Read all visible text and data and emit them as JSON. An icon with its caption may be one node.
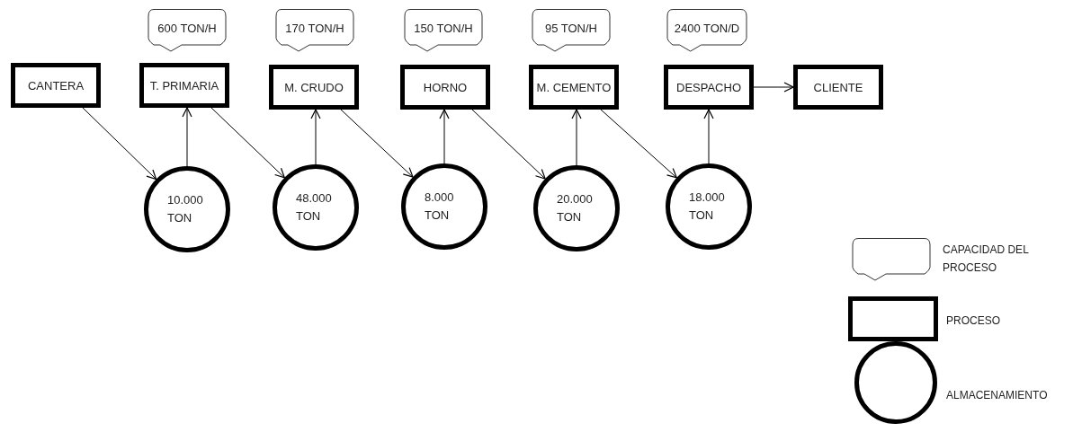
{
  "diagram": {
    "nodes": [
      {
        "text": [
          "600 TON/H"
        ]
      },
      {
        "text": [
          "170 TON/H"
        ]
      },
      {
        "text": [
          "150 TON/H"
        ]
      },
      {
        "text": [
          "95 TON/H"
        ]
      },
      {
        "text": [
          "2400 TON/D"
        ]
      },
      {
        "text": [
          "CANTERA"
        ]
      },
      {
        "text": [
          "T. PRIMARIA"
        ]
      },
      {
        "text": [
          "M. CRUDO"
        ]
      },
      {
        "text": [
          "HORNO"
        ]
      },
      {
        "text": [
          "M. CEMENTO"
        ]
      },
      {
        "text": [
          "DESPACHO"
        ]
      },
      {
        "text": [
          "CLIENTE"
        ]
      },
      {
        "text": [
          "10.000 TON"
        ]
      },
      {
        "text": [
          "48.000 TON"
        ]
      },
      {
        "text": [
          "8.000 TON"
        ]
      },
      {
        "text": [
          "20.000 TON"
        ]
      },
      {
        "text": [
          "18.000 TON"
        ]
      }
    ],
    "edges": [
      {
        "from": 5,
        "to": 12,
        "arrow": "to"
      },
      {
        "from": 12,
        "to": 6,
        "arrow": "to"
      },
      {
        "from": 6,
        "to": 13,
        "arrow": "to"
      },
      {
        "from": 13,
        "to": 7,
        "arrow": "to"
      },
      {
        "from": 7,
        "to": 14,
        "arrow": "to"
      },
      {
        "from": 14,
        "to": 8,
        "arrow": "to"
      },
      {
        "from": 8,
        "to": 15,
        "arrow": "to"
      },
      {
        "from": 15,
        "to": 9,
        "arrow": "to"
      },
      {
        "from": 9,
        "to": 16,
        "arrow": "to"
      },
      {
        "from": 16,
        "to": 10,
        "arrow": "to"
      },
      {
        "from": 10,
        "to": 11,
        "arrow": "to"
      }
    ],
    "legend": [
      {
        "text": "CAPACIDAD DEL PROCESO"
      },
      {
        "text": "PROCESO"
      },
      {
        "text": "ALMACENAMIENTO"
      }
    ]
  }
}
